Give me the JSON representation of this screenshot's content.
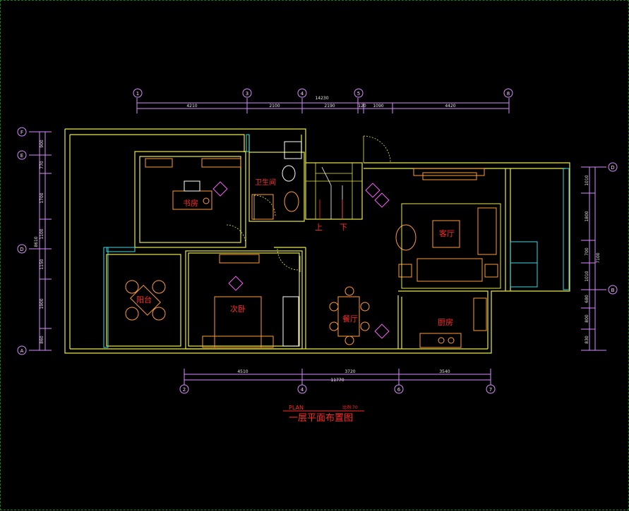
{
  "title": {
    "plan_en": "PLAN",
    "scale": "比例:70",
    "plan_cn": "一层平面布置图"
  },
  "top_axes": [
    "1",
    "3",
    "4",
    "5",
    "8"
  ],
  "top_total": "14230",
  "top_dims": [
    "4210",
    "2100",
    "2190",
    "120",
    "1090",
    "4420"
  ],
  "bottom_axes": [
    "2",
    "4",
    "6",
    "7"
  ],
  "bottom_total": "11770",
  "bottom_dims": [
    "4510",
    "3720",
    "3540"
  ],
  "left_axes": [
    "F",
    "E",
    "D",
    "A"
  ],
  "left_total": "8610",
  "left_dims": [
    "900",
    "770",
    "1700",
    "1100",
    "1150",
    "1900",
    "860"
  ],
  "right_axes": [
    "D",
    "B"
  ],
  "right_total": "7100",
  "right_dims": [
    "1010",
    "1800",
    "700",
    "1010",
    "680",
    "800",
    "830"
  ],
  "rooms": {
    "study": "书房",
    "bathroom": "卫生间",
    "living": "客厅",
    "bedroom": "次卧",
    "balcony": "阳台",
    "dining": "餐厅",
    "kitchen": "厨房"
  },
  "stair": {
    "up": "上",
    "down": "下"
  },
  "colors": {
    "wall": "#e8e84a",
    "dim": "#d68cff",
    "furniture": "#ff9b3a",
    "room_label": "#ff2b2b",
    "cyan": "#3fd8e0"
  }
}
